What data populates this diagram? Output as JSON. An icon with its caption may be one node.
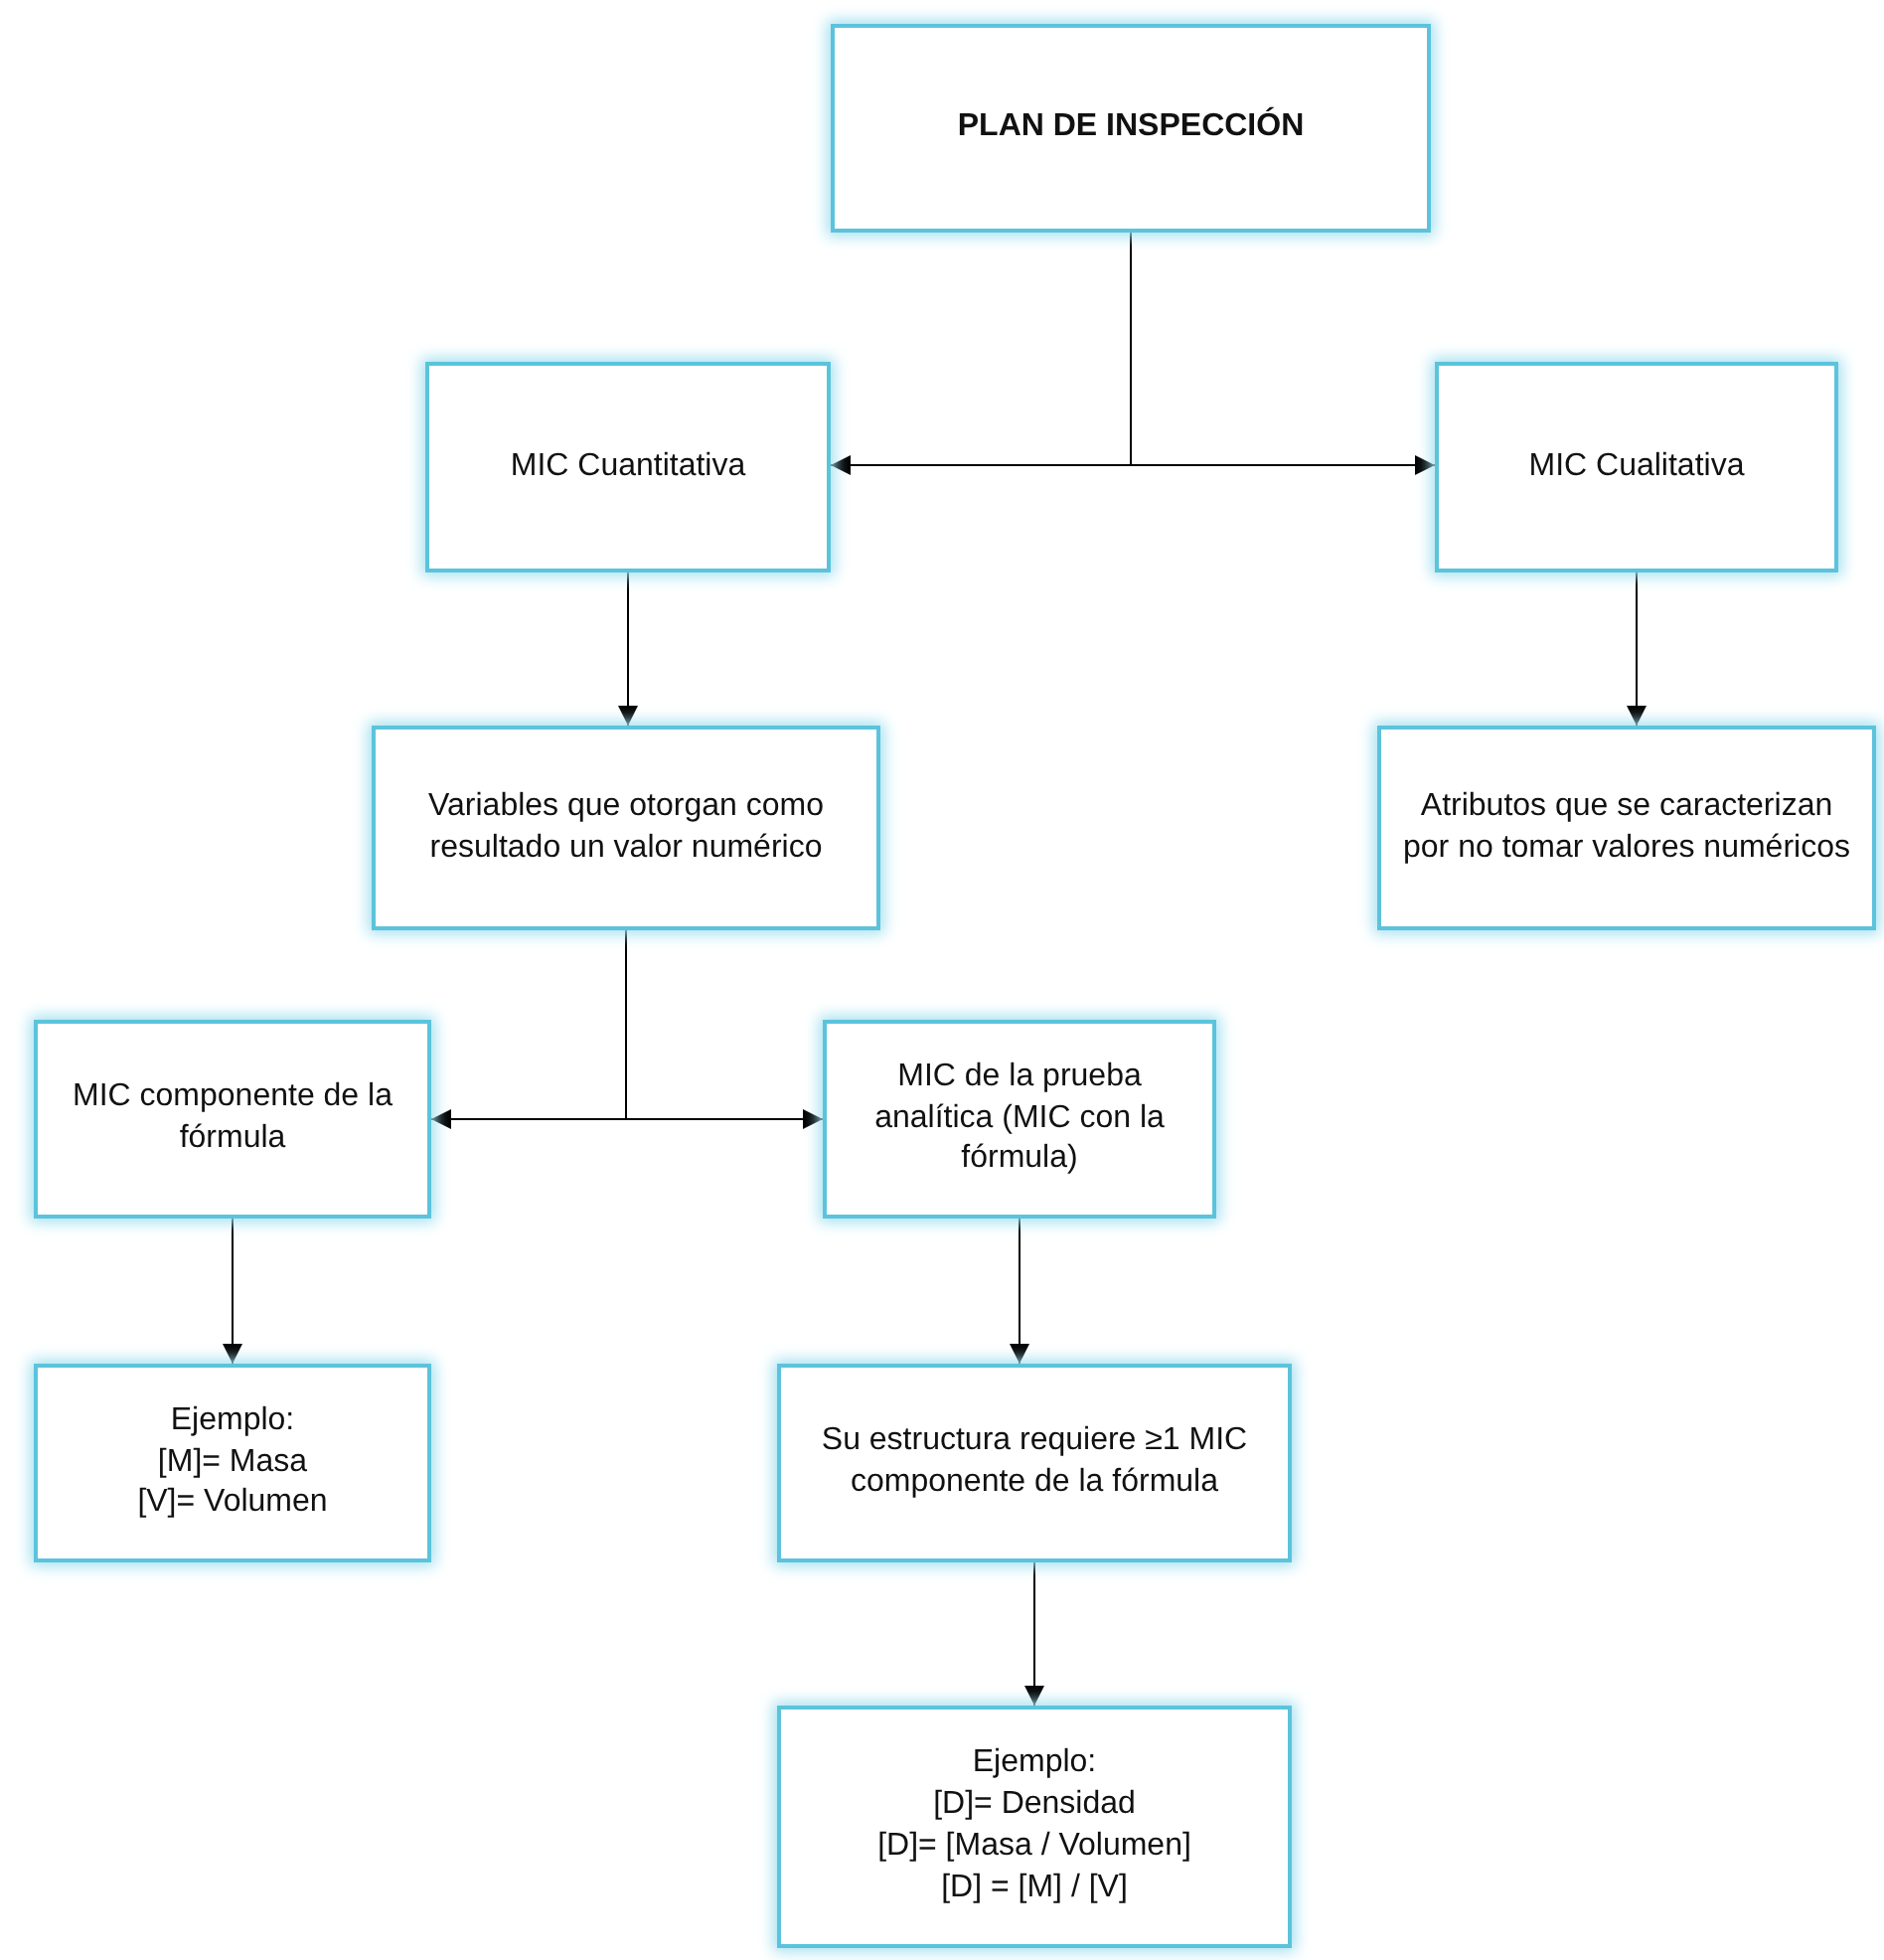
{
  "diagram": {
    "nodes": [
      {
        "text": [
          "PLAN DE INSPECCIÓN"
        ]
      },
      {
        "text": [
          "MIC Cuantitativa"
        ]
      },
      {
        "text": [
          "MIC Cualitativa"
        ]
      },
      {
        "text": [
          "Variables que otorgan como resultado un valor numérico"
        ]
      },
      {
        "text": [
          "Atributos que se caracterizan por no tomar valores numéricos"
        ]
      },
      {
        "text": [
          "MIC componente de la fórmula"
        ]
      },
      {
        "text": [
          "MIC de la prueba analítica (MIC con la fórmula)"
        ]
      },
      {
        "text": [
          "Ejemplo:",
          "[M]= Masa",
          "[V]= Volumen"
        ]
      },
      {
        "text": [
          "Su estructura requiere ≥1 MIC componente de la fórmula"
        ]
      },
      {
        "text": [
          "Ejemplo:",
          "[D]= Densidad",
          "[D]= [Masa / Volumen]",
          "[D] = [M] / [V]"
        ]
      }
    ],
    "edges": [
      {
        "from": 0,
        "to": 1,
        "arrow": "to"
      },
      {
        "from": 0,
        "to": 2,
        "arrow": "to"
      },
      {
        "from": 1,
        "to": 3,
        "arrow": "to"
      },
      {
        "from": 2,
        "to": 4,
        "arrow": "to"
      },
      {
        "from": 3,
        "to": 5,
        "arrow": "to"
      },
      {
        "from": 3,
        "to": 6,
        "arrow": "to"
      },
      {
        "from": 5,
        "to": 7,
        "arrow": "to"
      },
      {
        "from": 6,
        "to": 8,
        "arrow": "to"
      },
      {
        "from": 8,
        "to": 9,
        "arrow": "to"
      }
    ]
  }
}
